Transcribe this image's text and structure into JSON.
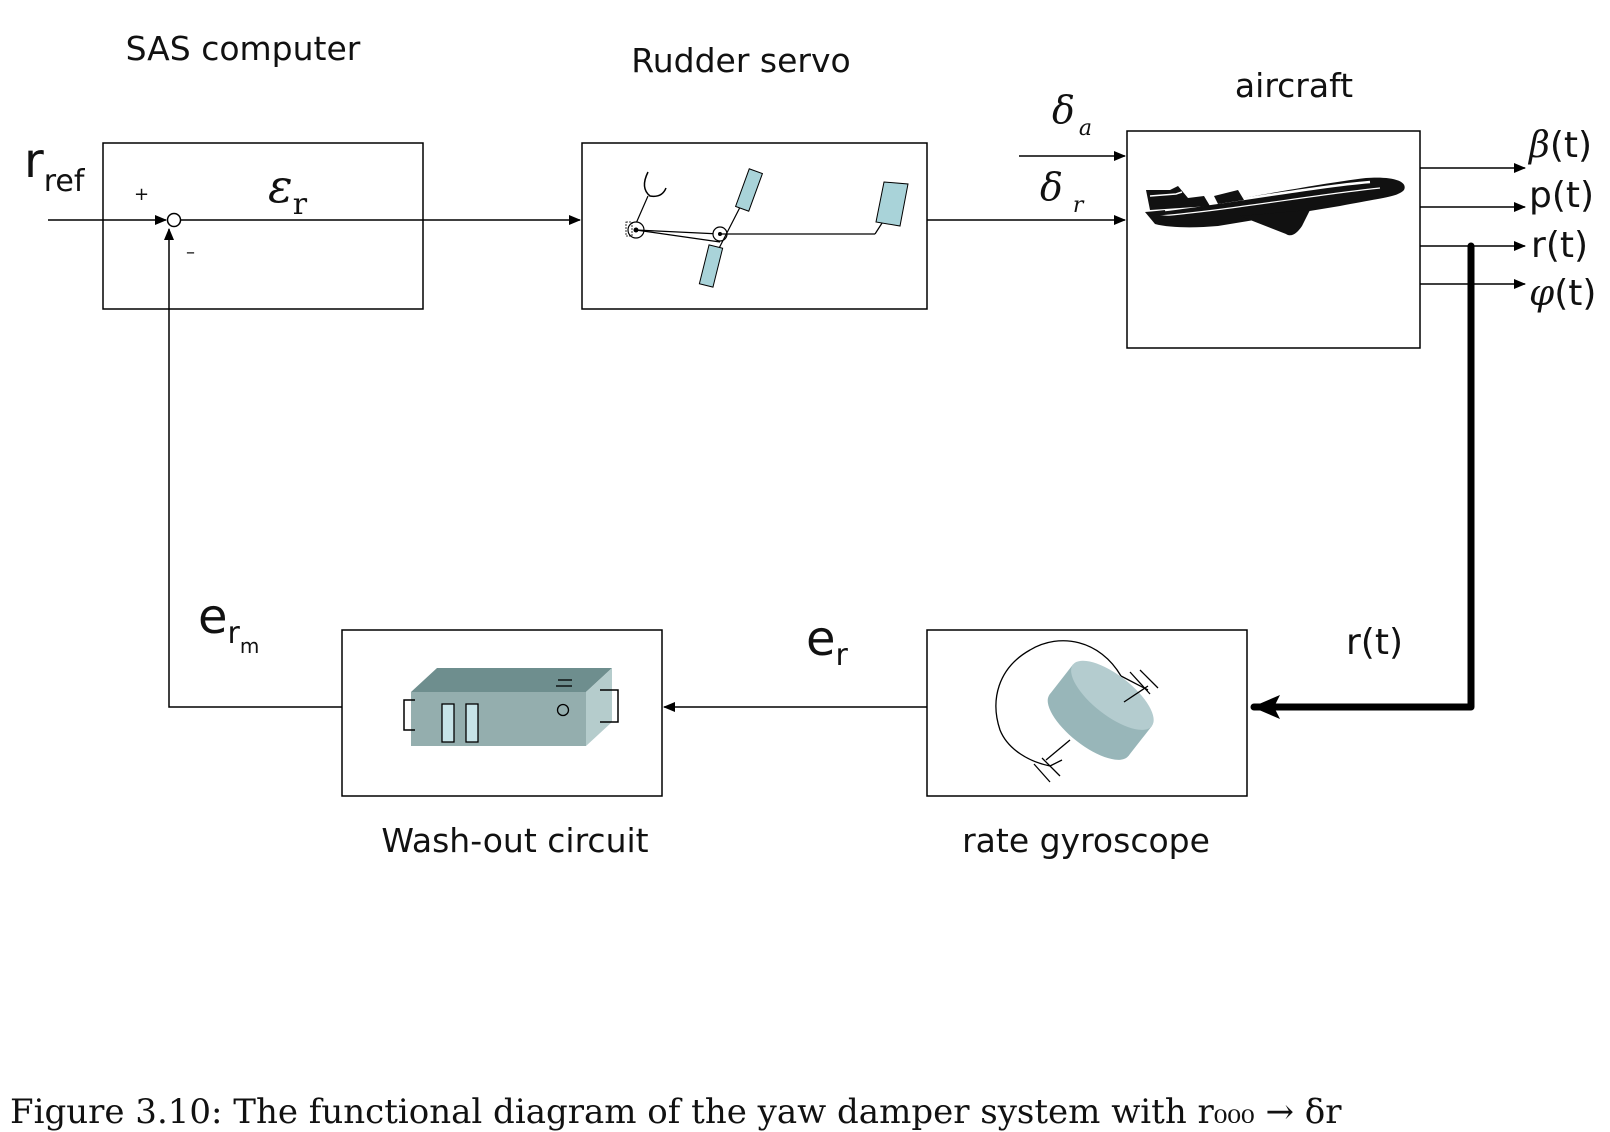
{
  "blocks": {
    "sas_computer": "SAS computer",
    "rudder_servo": "Rudder servo",
    "aircraft": "aircraft",
    "washout": "Wash-out circuit",
    "rate_gyro": "rate gyroscope"
  },
  "signals": {
    "r_ref_main": "r",
    "r_ref_sub": "ref",
    "plus": "+",
    "minus": "–",
    "eps_main": "ε",
    "eps_sub": "r",
    "delta_a_main": "δ",
    "delta_a_sub": "a",
    "delta_r_main": "δ",
    "delta_r_sub": "r",
    "e_r_main": "e",
    "e_r_sub": "r",
    "e_rm_main": "e",
    "e_rm_sub": "r",
    "e_rm_subsub": "m",
    "r_t_feedback": "r(t)"
  },
  "outputs": [
    {
      "sym": "β",
      "arg": "(t)"
    },
    {
      "sym": "p",
      "arg": "(t)"
    },
    {
      "sym": "r",
      "arg": "(t)"
    },
    {
      "sym": "φ",
      "arg": "(t)"
    }
  ],
  "caption": "Figure 3.10: The functional diagram of the yaw damper system with r₀₀₀ → δr"
}
